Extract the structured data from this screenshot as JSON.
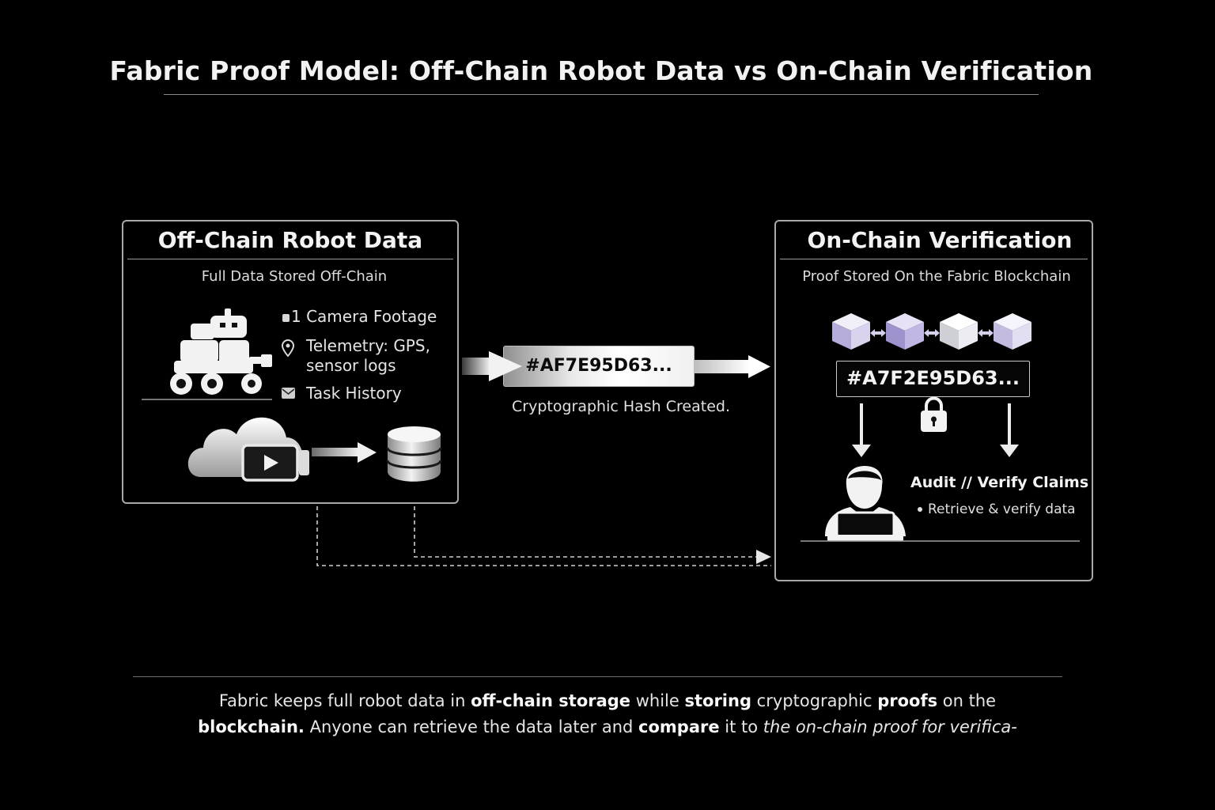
{
  "title": "Fabric Proof Model: Off-Chain Robot Data vs On-Chain Verification",
  "off_chain": {
    "title": "Off-Chain Robot Data",
    "subtitle": "Full Data Stored Off-Chain",
    "items": [
      {
        "icon": "camera-icon",
        "text": "1 Camera Footage"
      },
      {
        "icon": "map-pin-icon",
        "line1": "Telemetry: GPS,",
        "line2": "sensor logs"
      },
      {
        "icon": "envelope-icon",
        "text": "Task History"
      }
    ]
  },
  "hash": {
    "value": "#AF7E95D63...",
    "caption": "Cryptographic Hash Created."
  },
  "on_chain": {
    "title": "On-Chain Verification",
    "subtitle": "Proof Stored On the Fabric Blockchain",
    "hash_value": "#A7F2E95D63...",
    "audit_title": "Audit // Verify Claims",
    "audit_item": "Retrieve & verify data"
  },
  "caption": {
    "p1": "Fabric keeps full robot data in ",
    "b1": "off-chain storage",
    "p2": " while ",
    "b2": "storing",
    "p3": " cryptographic ",
    "b3": "proofs",
    "p4": " on the",
    "b4": "blockchain.",
    "p5": " Anyone can retrieve the data later and ",
    "b5": "compare",
    "p6": " it to ",
    "i1": "the on-chain proof for verifica-"
  },
  "colors": {
    "background": "#000000",
    "block_purple": "#b3a6d6",
    "block_white": "#e6e6ee"
  }
}
